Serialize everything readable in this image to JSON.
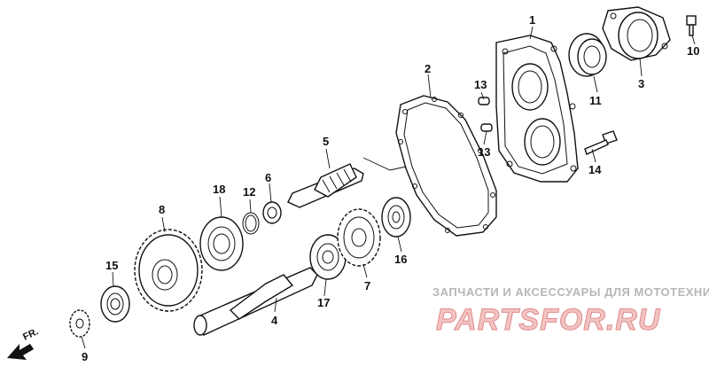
{
  "diagram": {
    "parts": [
      {
        "number": "1"
      },
      {
        "number": "2"
      },
      {
        "number": "3"
      },
      {
        "number": "4"
      },
      {
        "number": "5"
      },
      {
        "number": "6"
      },
      {
        "number": "7"
      },
      {
        "number": "8"
      },
      {
        "number": "9"
      },
      {
        "number": "10"
      },
      {
        "number": "11"
      },
      {
        "number": "12"
      },
      {
        "number": "13"
      },
      {
        "number": "13"
      },
      {
        "number": "14"
      },
      {
        "number": "15"
      },
      {
        "number": "16"
      },
      {
        "number": "17"
      },
      {
        "number": "18"
      }
    ],
    "front_indicator": "FR."
  },
  "watermark": {
    "caption": "ЗАПЧАСТИ И АКСЕССУАРЫ ДЛЯ МОТОТЕХНИКИ",
    "logo": "PARTSFOR.RU"
  },
  "colors": {
    "line": "#111111",
    "watermark_logo": "#e08a8a",
    "watermark_text": "#b7b7b7"
  }
}
